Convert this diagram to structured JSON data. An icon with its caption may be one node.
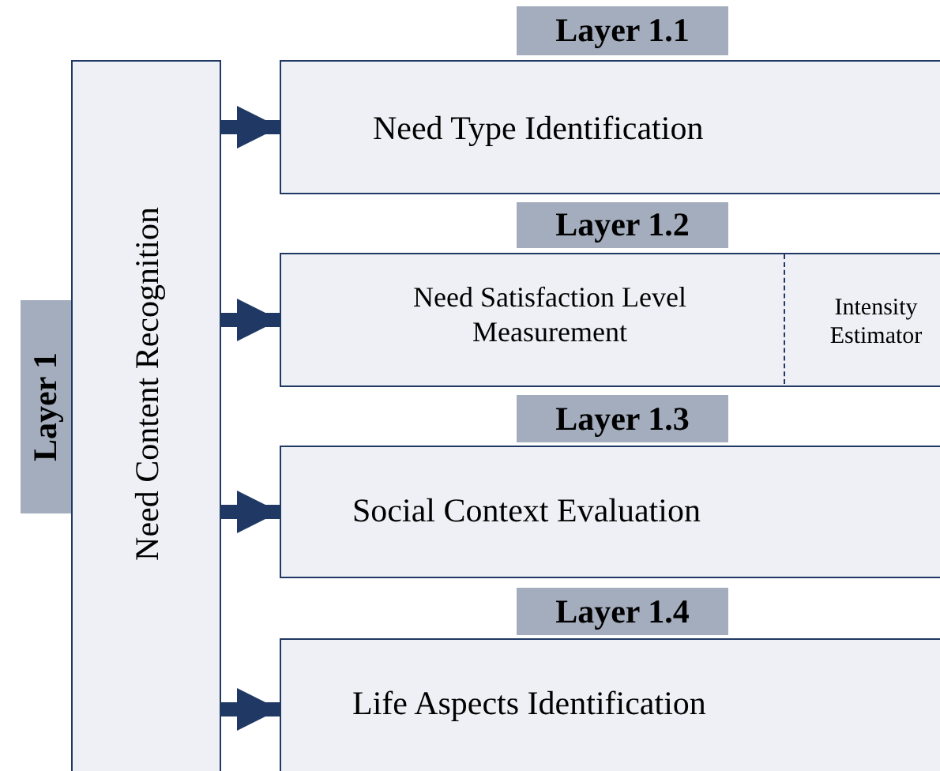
{
  "diagram": {
    "nodes": [
      {
        "text": [
          "Layer 1"
        ]
      },
      {
        "text": [
          "Need Content Recognition"
        ]
      },
      {
        "text": [
          "Layer 1.1"
        ]
      },
      {
        "text": [
          "Need Type Identification"
        ]
      },
      {
        "text": [
          "Layer 1.2"
        ]
      },
      {
        "text": [
          "Need Satisfaction  Level Measurement"
        ]
      },
      {
        "text": [
          "Intensity Estimator"
        ],
        "in": 5
      },
      {
        "text": [
          "Layer 1.3"
        ]
      },
      {
        "text": [
          "Social Context Evaluation"
        ]
      },
      {
        "text": [
          "Layer 1.4"
        ]
      },
      {
        "text": [
          "Life Aspects Identification"
        ]
      }
    ],
    "edges": [
      {
        "from": 1,
        "to": 3,
        "arrow": "to"
      },
      {
        "from": 1,
        "to": 5,
        "arrow": "to"
      },
      {
        "from": 1,
        "to": 8,
        "arrow": "to"
      },
      {
        "from": 1,
        "to": 10,
        "arrow": "to"
      }
    ]
  }
}
